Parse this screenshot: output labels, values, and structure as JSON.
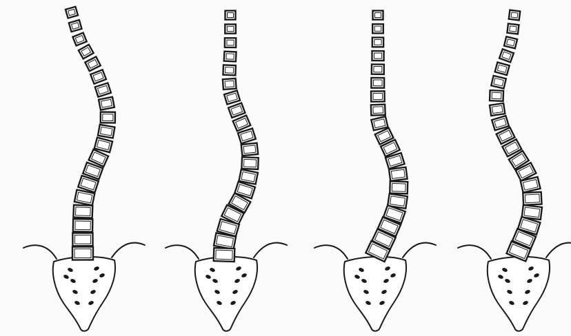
{
  "figure": {
    "panel_count": 4,
    "vertebrae_per_spine": 19,
    "line_color": "#1a1a1a",
    "fill_color": "#ffffff",
    "background_color": "#fbfbfb",
    "panels": [
      {
        "id": "spine-1"
      },
      {
        "id": "spine-2"
      },
      {
        "id": "spine-3"
      },
      {
        "id": "spine-4"
      }
    ]
  }
}
